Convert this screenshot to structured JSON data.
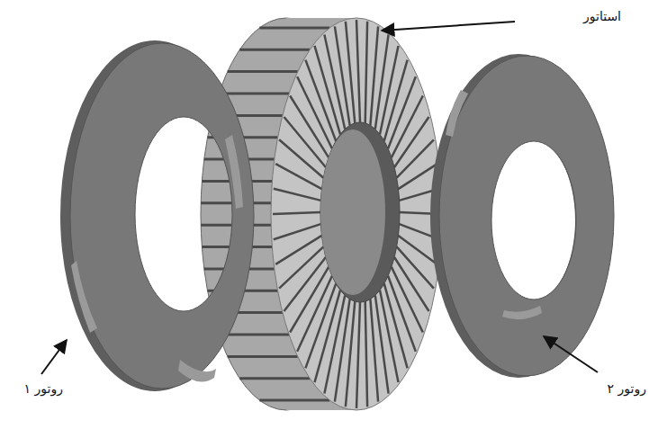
{
  "diagram": {
    "labels": [
      "استاتور",
      "روتور ۱",
      "روتور ۲"
    ]
  }
}
